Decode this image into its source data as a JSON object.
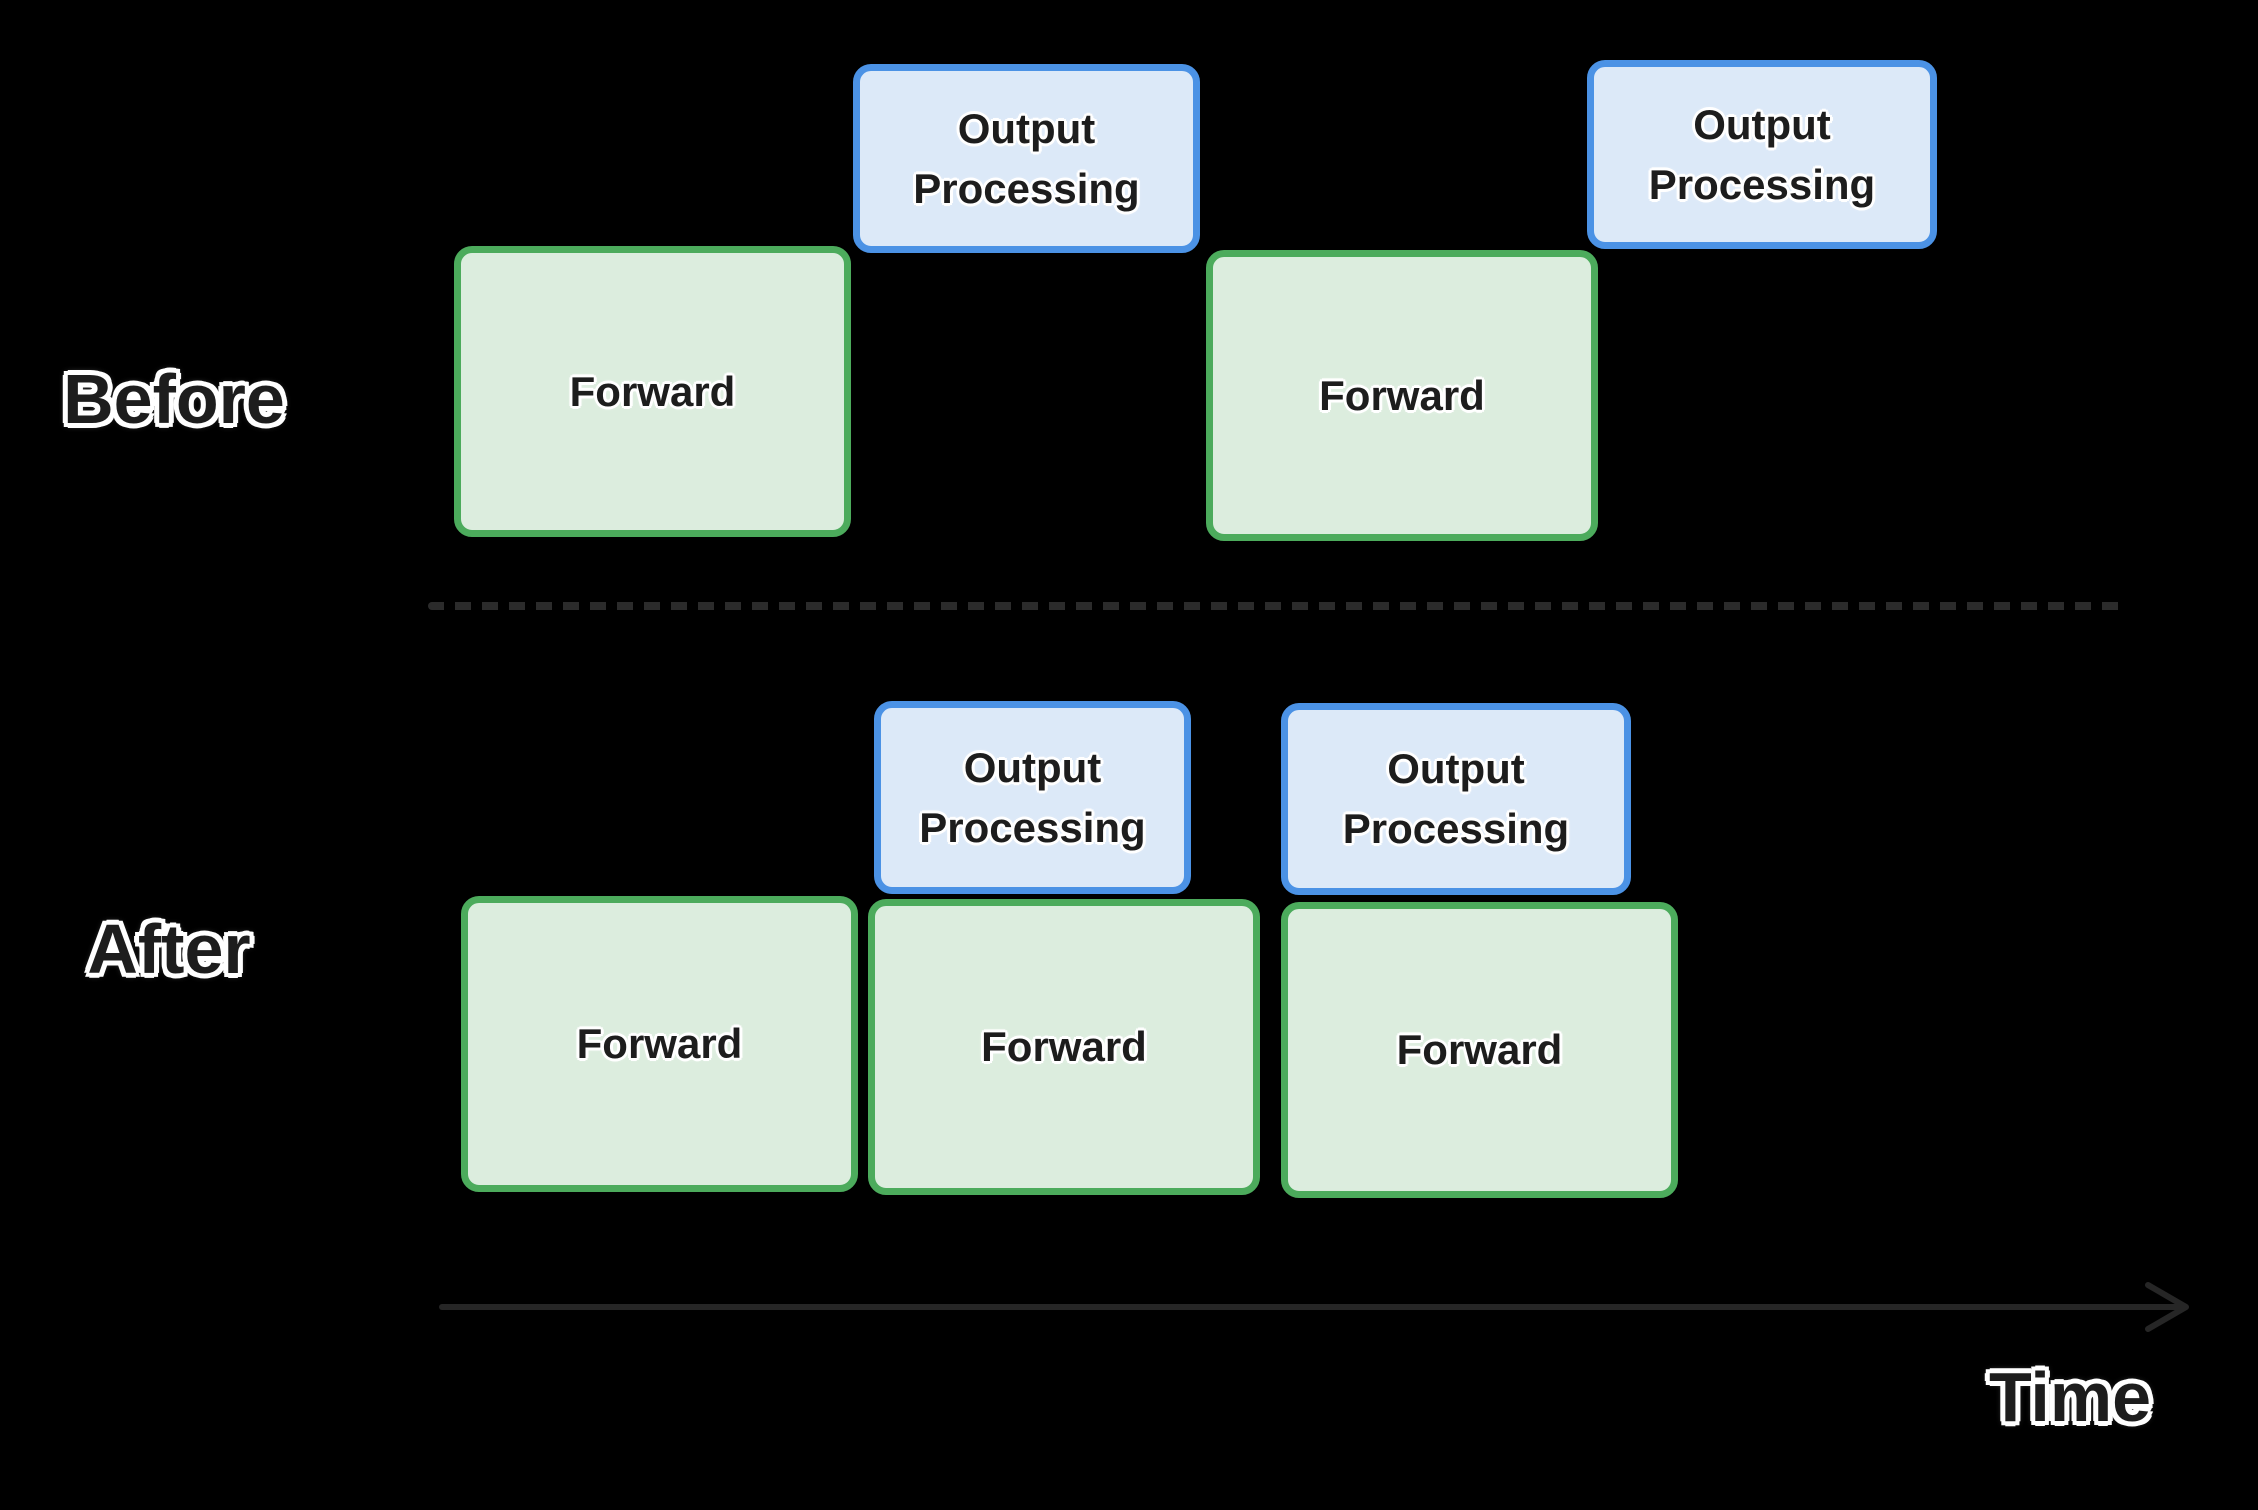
{
  "rows": [
    {
      "id": "before",
      "label": "Before",
      "forward_boxes": [
        "Forward",
        "Forward"
      ],
      "output_boxes": [
        [
          "Output",
          "Processing"
        ],
        [
          "Output",
          "Processing"
        ]
      ]
    },
    {
      "id": "after",
      "label": "After",
      "forward_boxes": [
        "Forward",
        "Forward",
        "Forward"
      ],
      "output_boxes": [
        [
          "Output",
          "Processing"
        ],
        [
          "Output",
          "Processing"
        ]
      ]
    }
  ],
  "axis": {
    "label": "Time"
  },
  "colors": {
    "background": "#000000",
    "forward_fill": "#dcedde",
    "forward_border": "#4cab5c",
    "output_fill": "#dce9f8",
    "output_border": "#4b92e5",
    "divider": "#2b2b2b",
    "arrow": "#262626",
    "text_dark": "#1d1d1d"
  }
}
